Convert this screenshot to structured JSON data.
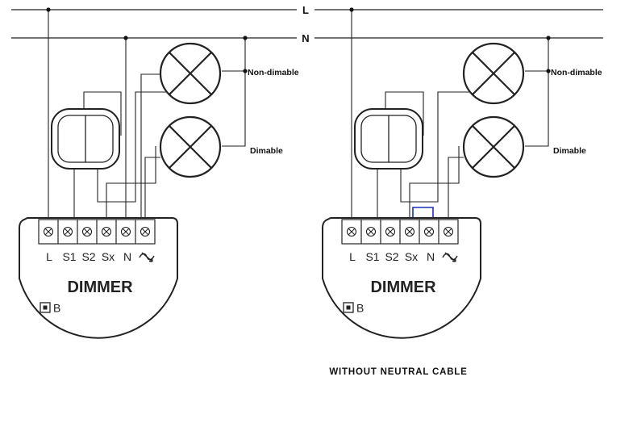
{
  "lines": {
    "live": "L",
    "neutral": "N"
  },
  "diagrams": [
    {
      "module_title": "DIMMER",
      "button_label": "B",
      "terminals": [
        "L",
        "S1",
        "S2",
        "Sx",
        "N",
        "~"
      ],
      "lamp_labels": {
        "top": "Non-dimable",
        "bottom": "Dimable"
      },
      "caption": ""
    },
    {
      "module_title": "DIMMER",
      "button_label": "B",
      "terminals": [
        "L",
        "S1",
        "S2",
        "Sx",
        "N",
        "~"
      ],
      "lamp_labels": {
        "top": "Non-dimable",
        "bottom": "Dimable"
      },
      "caption": "WITHOUT NEUTRAL CABLE"
    }
  ],
  "colors": {
    "wire": "#222222",
    "bridge": "#1a2fb5",
    "background": "#ffffff"
  }
}
